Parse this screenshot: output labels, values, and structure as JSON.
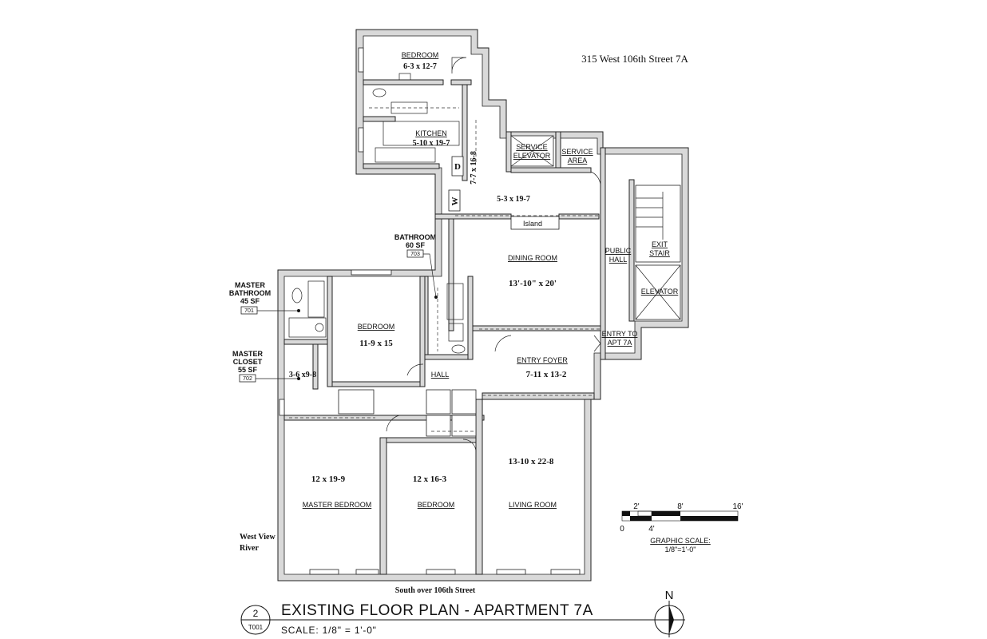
{
  "address": "315 West 106th Street 7A",
  "rooms": {
    "bedroom_small": {
      "name": "BEDROOM",
      "dims": "6-3 x 12-7"
    },
    "kitchen": {
      "name": "KITCHEN",
      "dims": "5-10 x 19-7"
    },
    "kitchen_side_dims": "7-7 x 16-8",
    "service_elevator": {
      "line1": "SERVICE",
      "line2": "ELEVATOR"
    },
    "service_area": {
      "line1": "SERVICE",
      "line2": "AREA"
    },
    "corridor_dims": "5-3 x 19-7",
    "island": "Island",
    "dining_room": {
      "name": "DINING ROOM",
      "dims": "13'-10\" x 20'"
    },
    "public_hall": {
      "line1": "PUBLIC",
      "line2": "HALL"
    },
    "exit_stair": {
      "line1": "EXIT",
      "line2": "STAIR"
    },
    "elevator": "ELEVATOR",
    "entry_to": {
      "line1": "ENTRY TO",
      "line2": "APT 7A"
    },
    "entry_foyer": {
      "name": "ENTRY FOYER",
      "dims": "7-11 x 13-2"
    },
    "bedroom_mid": {
      "name": "BEDROOM",
      "dims": "11-9 x 15"
    },
    "hall": "HALL",
    "closet_dims": "3-6 x9-8",
    "master_bedroom": {
      "name": "MASTER BEDROOM",
      "dims": "12 x 19-9"
    },
    "bedroom_south": {
      "name": "BEDROOM",
      "dims": "12 x 16-3"
    },
    "living_room": {
      "name": "LIVING ROOM",
      "dims": "13-10 x 22-8"
    },
    "wd_w": "W",
    "wd_d": "D"
  },
  "callouts": {
    "bathroom": {
      "line1": "BATHROOM",
      "line2": "60 SF",
      "tag": "703"
    },
    "master_bathroom": {
      "line1": "MASTER",
      "line2": "BATHROOM",
      "line3": "45 SF",
      "tag": "701"
    },
    "master_closet": {
      "line1": "MASTER",
      "line2": "CLOSET",
      "line3": "55 SF",
      "tag": "702"
    }
  },
  "views": {
    "west_line1": "West View",
    "west_line2": "River",
    "south": "South over 106th Street"
  },
  "scale_bar": {
    "t2": "2'",
    "t8": "8'",
    "t16": "16'",
    "t0": "0",
    "t4": "4'",
    "caption1": "GRAPHIC SCALE:",
    "caption2": "1/8\"=1'-0\""
  },
  "title_block": {
    "number": "2",
    "sheet": "T001",
    "title": "EXISTING FLOOR PLAN - APARTMENT 7A",
    "scale": "SCALE:  1/8\" = 1'-0\"",
    "north": "N"
  }
}
